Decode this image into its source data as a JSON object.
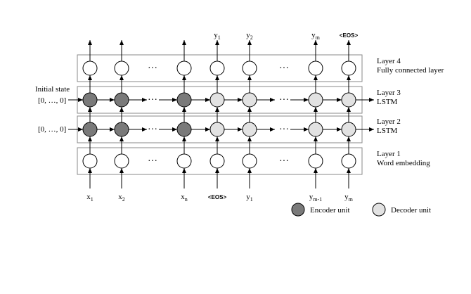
{
  "initial_state_label": "Initial state",
  "initial_state_value": "[0, …, 0]",
  "ellipsis": "···",
  "layers": [
    {
      "name": "Layer 4",
      "description": "Fully connected layer"
    },
    {
      "name": "Layer 3",
      "description": "LSTM"
    },
    {
      "name": "Layer 2",
      "description": "LSTM"
    },
    {
      "name": "Layer 1",
      "description": "Word embedding"
    }
  ],
  "inputs": [
    {
      "base": "x",
      "sub": "1"
    },
    {
      "base": "x",
      "sub": "2"
    },
    {
      "base": "x",
      "sub": "n"
    },
    {
      "base": "<EOS>",
      "sub": ""
    },
    {
      "base": "y",
      "sub": "1"
    },
    {
      "base": "y",
      "sub": "m-1"
    },
    {
      "base": "y",
      "sub": "m"
    }
  ],
  "outputs": [
    {
      "base": "",
      "sub": ""
    },
    {
      "base": "",
      "sub": ""
    },
    {
      "base": "",
      "sub": ""
    },
    {
      "base": "y",
      "sub": "1"
    },
    {
      "base": "y",
      "sub": "2"
    },
    {
      "base": "y",
      "sub": "m"
    },
    {
      "base": "<EOS>",
      "sub": ""
    }
  ],
  "unit_kinds": [
    "encoder",
    "encoder",
    "encoder",
    "decoder",
    "decoder",
    "decoder",
    "decoder"
  ],
  "legend": {
    "encoder_label": "Encoder unit",
    "decoder_label": "Decoder unit"
  },
  "colors": {
    "encoder_fill": "#7a7a7a",
    "decoder_fill": "#e2e2e2",
    "plain_fill": "#ffffff",
    "stroke": "#000000",
    "box_stroke": "#8a8a8a"
  }
}
